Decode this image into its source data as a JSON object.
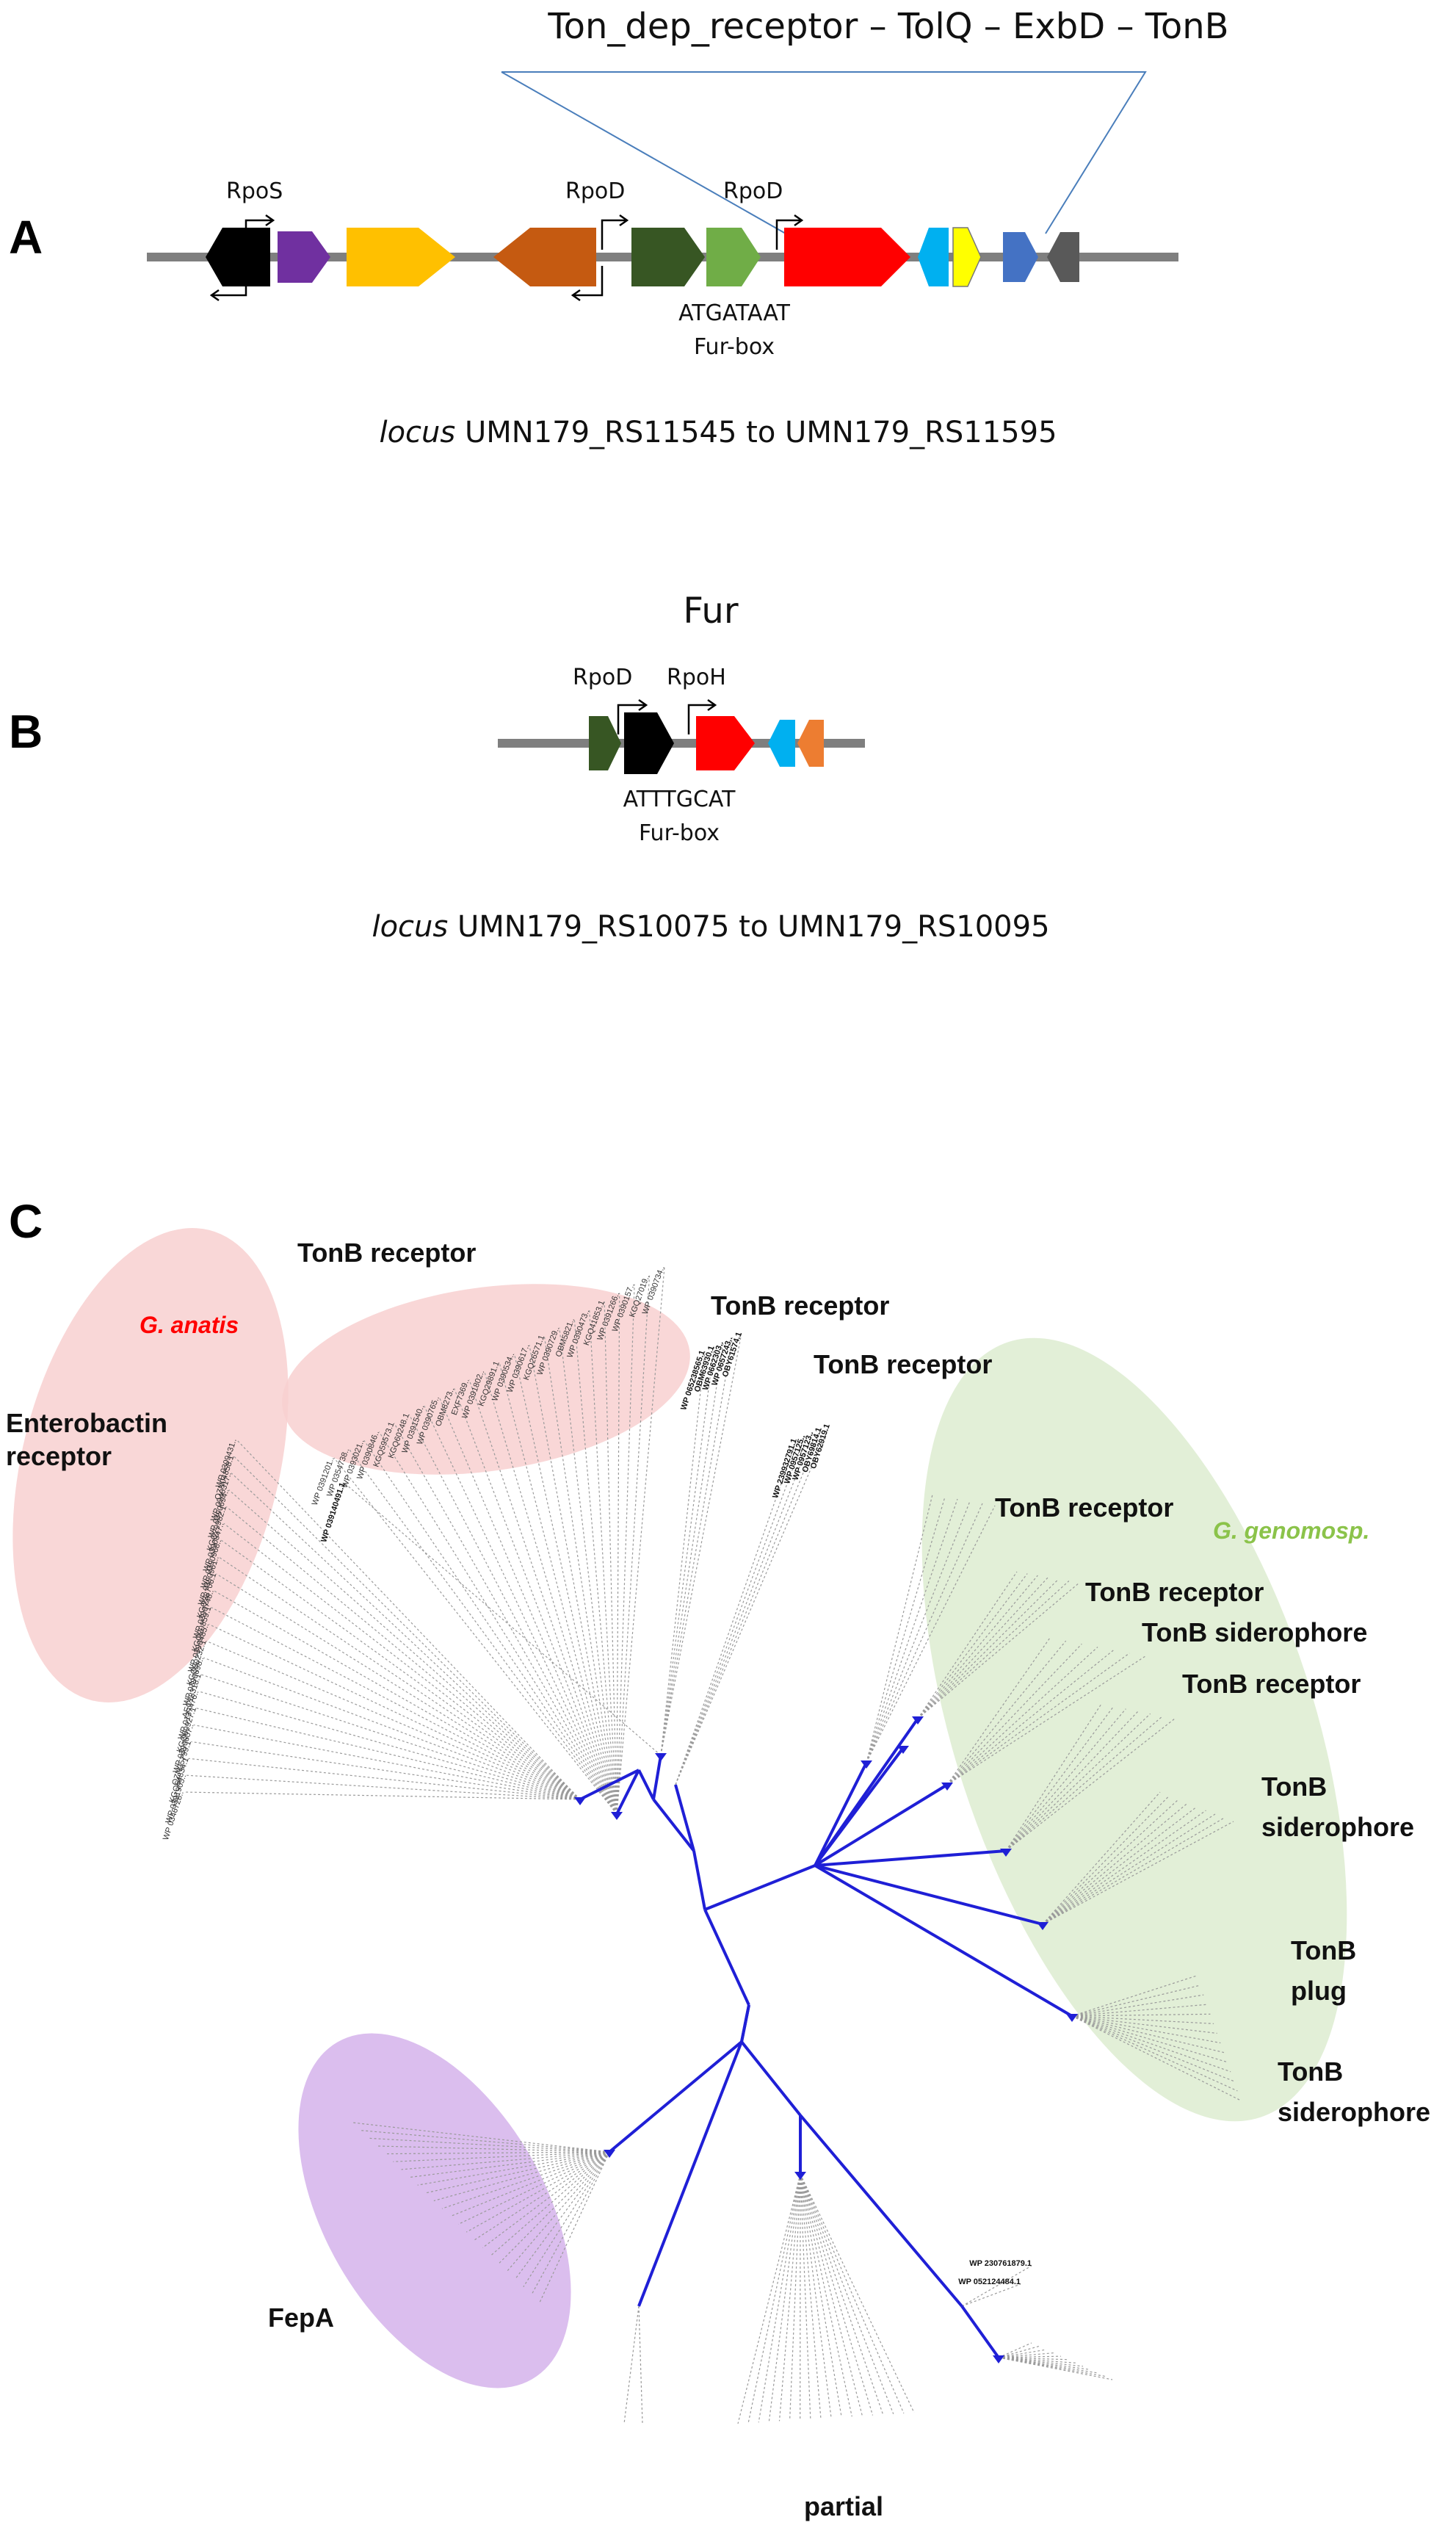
{
  "panel_a": {
    "letter": "A",
    "operon_title": "Ton_dep_receptor – TolQ – ExbD – TonB",
    "promoters": [
      "RpoS",
      "RpoD",
      "RpoD"
    ],
    "fur_box_seq": "ATGATAAT",
    "fur_box_label": "Fur-box",
    "locus_prefix": "locus",
    "locus_range": "UMN179_RS11545 to UMN179_RS11595",
    "gene_colors": [
      "#000000",
      "#7030a0",
      "#ffc000",
      "#c55a11",
      "#375623",
      "#70ad47",
      "#ff0000",
      "#00b0f0",
      "#ffff00",
      "#4472c4",
      "#595959"
    ]
  },
  "panel_b": {
    "letter": "B",
    "title": "Fur",
    "promoters": [
      "RpoD",
      "RpoH"
    ],
    "fur_box_seq": "ATTTGCAT",
    "fur_box_label": "Fur-box",
    "locus_prefix": "locus",
    "locus_range": "UMN179_RS10075 to UMN179_RS10095",
    "gene_colors": [
      "#375623",
      "#000000",
      "#ff0000",
      "#00b0f0",
      "#ed7d31"
    ]
  },
  "panel_c": {
    "letter": "C",
    "species": [
      {
        "name": "G. anatis",
        "color": "#ff0000"
      },
      {
        "name": "G. genomosp.",
        "color": "#8bc34a"
      }
    ],
    "clade_labels": {
      "enterobactin": [
        "Enterobactin",
        "receptor"
      ],
      "tonb_receptor_1": "TonB receptor",
      "tonb_receptor_2": "TonB receptor",
      "tonb_receptor_3": "TonB receptor",
      "tonb_receptor_4": "TonB receptor",
      "tonb_receptor_5": "TonB receptor",
      "tonb_siderophore_1": "TonB siderophore",
      "tonb_receptor_6": "TonB receptor",
      "tonb_siderophore_2": [
        "TonB",
        "siderophore"
      ],
      "tonb_plug": [
        "TonB",
        "plug"
      ],
      "tonb_siderophore_3": [
        "TonB",
        "siderophore"
      ],
      "fepa": "FepA",
      "partial": "partial"
    },
    "enterobactin_leaves": [
      "WP 0309431..",
      "OZN04858.1",
      "WP 0940317..",
      "WP 0390694..",
      "KGQ29982.1",
      "WP 0390847..",
      "WP 0390968..",
      "WP 0390961..",
      "KGQ38706.1",
      "WP 0390748..",
      "KGQ20859.1",
      "WP 0390485..",
      "KGQ30232.1",
      "WP 0390698..",
      "AEC18318.1",
      "WP 0137476..",
      "KGQ60927.1",
      "WP 0390607..",
      "OZN25799.1",
      "KGQ64834.1",
      "WP 0391905..",
      "WP 0346728.."
    ],
    "receptor_leaves": [
      "WP 0391201..",
      "WP 0354738..",
      "WP 0393021..",
      "WP 0390846..",
      "KGQ59573.1",
      "KGQ60248.1",
      "WP 0391540..",
      "WP 0390765..",
      "OBM8273..",
      "EXF7369..",
      "WP 0391802..",
      "KGQ29891.1",
      "WP 0390534..",
      "WP 0390617..",
      "KGQ26571.1",
      "WP 0390729..",
      "OBM5821..",
      "WP 0390473..",
      "KGQ41853.1",
      "WP 0391266..",
      "WP 0390157..",
      "KGQ27019..",
      "WP 0390734.."
    ],
    "small_clade_a": [
      "WP 065238565.1",
      "OBM63930.1",
      "WP 0662303..",
      "WP 0657243..",
      "OBY61574.1"
    ],
    "small_clade_b": [
      "WP 239932791.1",
      "WP 0957125..",
      "WP 0957123..",
      "OBY69814.1",
      "OBY62919.1"
    ],
    "partial_leaves": [
      "WP 052124484.1",
      "WP 230761879.1"
    ],
    "singletons": [
      "WP 039140491.1",
      "WP 0390864..."
    ]
  }
}
